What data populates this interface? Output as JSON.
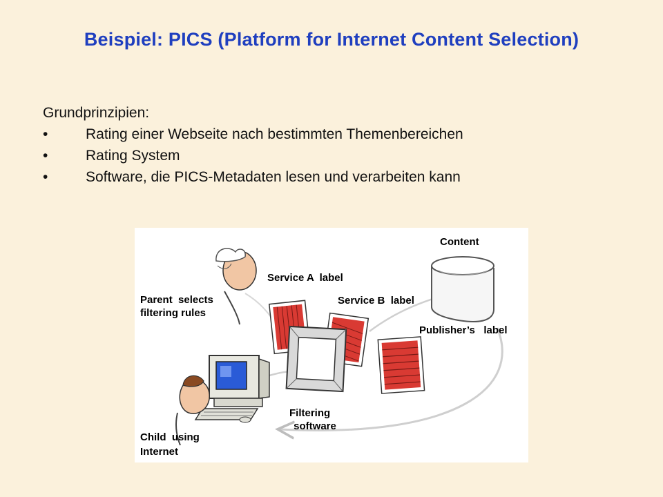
{
  "title": "Beispiel: PICS (Platform for Internet Content Selection)",
  "intro": "Grundprinzipien:",
  "bullet_symbol": "•",
  "bullets": [
    "Rating einer Webseite nach bestimmten Themenbereichen",
    "Rating System",
    "Software, die PICS-Metadaten lesen und verarbeiten kann"
  ],
  "diagram": {
    "labels": {
      "content": "Content",
      "service_a": "Service A  label",
      "service_b": "Service B  label",
      "publisher": "Publisher’s   label",
      "parent_line1": "Parent  selects",
      "parent_line2": "filtering rules",
      "filtering_line1": "Filtering",
      "filtering_line2": " software",
      "child_line1": "Child  using",
      "child_line2": "Internet"
    }
  },
  "colors": {
    "background": "#fbf1dc",
    "title": "#1f3fbf",
    "label_red": "#d93a33",
    "arrow_gray": "#c8c8c8"
  }
}
